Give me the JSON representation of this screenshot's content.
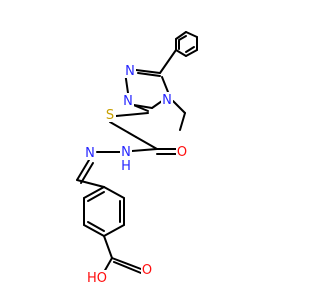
{
  "colors": {
    "bond": "#000000",
    "nitrogen": "#2626ff",
    "oxygen": "#ff0d0d",
    "sulfur": "#c8a000",
    "carbon": "#000000",
    "background": "#ffffff"
  },
  "atoms": {
    "n_ring_top": "N",
    "n_ring_left": "N",
    "n_ring_ethyl": "N",
    "sulfur": "S",
    "carbonyl_o": "O",
    "nh": "N",
    "nh_h": "H",
    "n_imine": "N",
    "acid_o": "O",
    "acid_oh": "HO"
  }
}
